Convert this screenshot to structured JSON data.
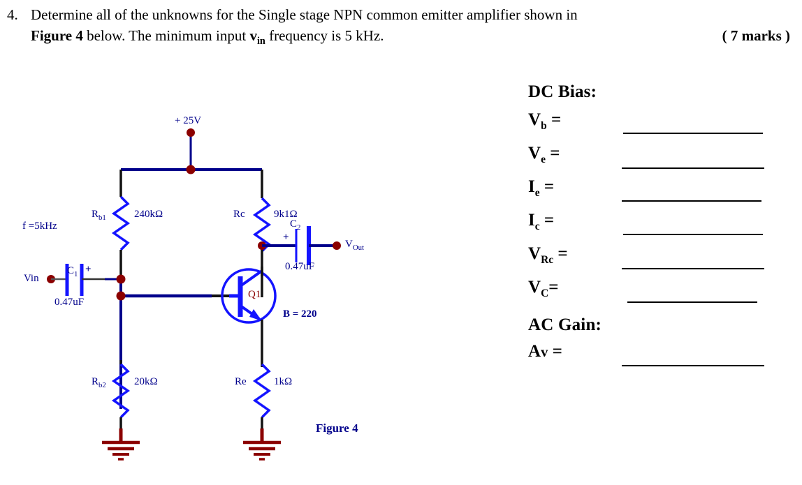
{
  "question": {
    "number": "4.",
    "line1_part1": "Determine all of the unknowns for the Single stage NPN common emitter amplifier shown in",
    "line2_figure": "Figure 4",
    "line2_part1": " below. The minimum input ",
    "line2_vin": "v",
    "line2_vin_sub": "in",
    "line2_part2": " frequency is 5 kHz.",
    "marks": "( 7 marks )"
  },
  "circuit": {
    "supply_label": "+ 25V",
    "freq_label": "f =5kHz",
    "vin_label": "Vin",
    "vout_label": "V",
    "vout_sub": "Out",
    "c1_name": "C",
    "c1_sub": "1",
    "c1_value": "0.47uF",
    "c1_polarity": "+",
    "c2_name": "C",
    "c2_sub": "2",
    "c2_value": "0.47uF",
    "c2_polarity": "+",
    "rb1_name": "R",
    "rb1_sub": "b1",
    "rb1_value": "240kΩ",
    "rb2_name": "R",
    "rb2_sub": "b2",
    "rb2_value": "20kΩ",
    "rc_name": "Rc",
    "rc_value": "9k1Ω",
    "re_name": "Re",
    "re_value": "1kΩ",
    "transistor_label": "Q1",
    "beta_label": "B = 220",
    "figure_caption": "Figure 4",
    "colors": {
      "wire": "#00008B",
      "wire_dark": "#111111",
      "node": "#8B0000",
      "component": "#1414FF",
      "ground": "#8B0000",
      "text": "#00008B"
    }
  },
  "answers": {
    "dc_heading": "DC Bias:",
    "ac_heading": "AC Gain:",
    "dc_rows": [
      {
        "symbol": "V",
        "sub": "b",
        "eq": "="
      },
      {
        "symbol": "V",
        "sub": "e",
        "eq": "="
      },
      {
        "symbol": "I",
        "sub": "e",
        "eq": "="
      },
      {
        "symbol": "I",
        "sub": "c",
        "eq": "="
      },
      {
        "symbol": "V",
        "sub": "Rc",
        "eq": "="
      },
      {
        "symbol": "V",
        "sub": "C",
        "eq": "="
      }
    ],
    "ac_rows": [
      {
        "symbol": "A",
        "sub": "v",
        "eq": "="
      }
    ]
  }
}
